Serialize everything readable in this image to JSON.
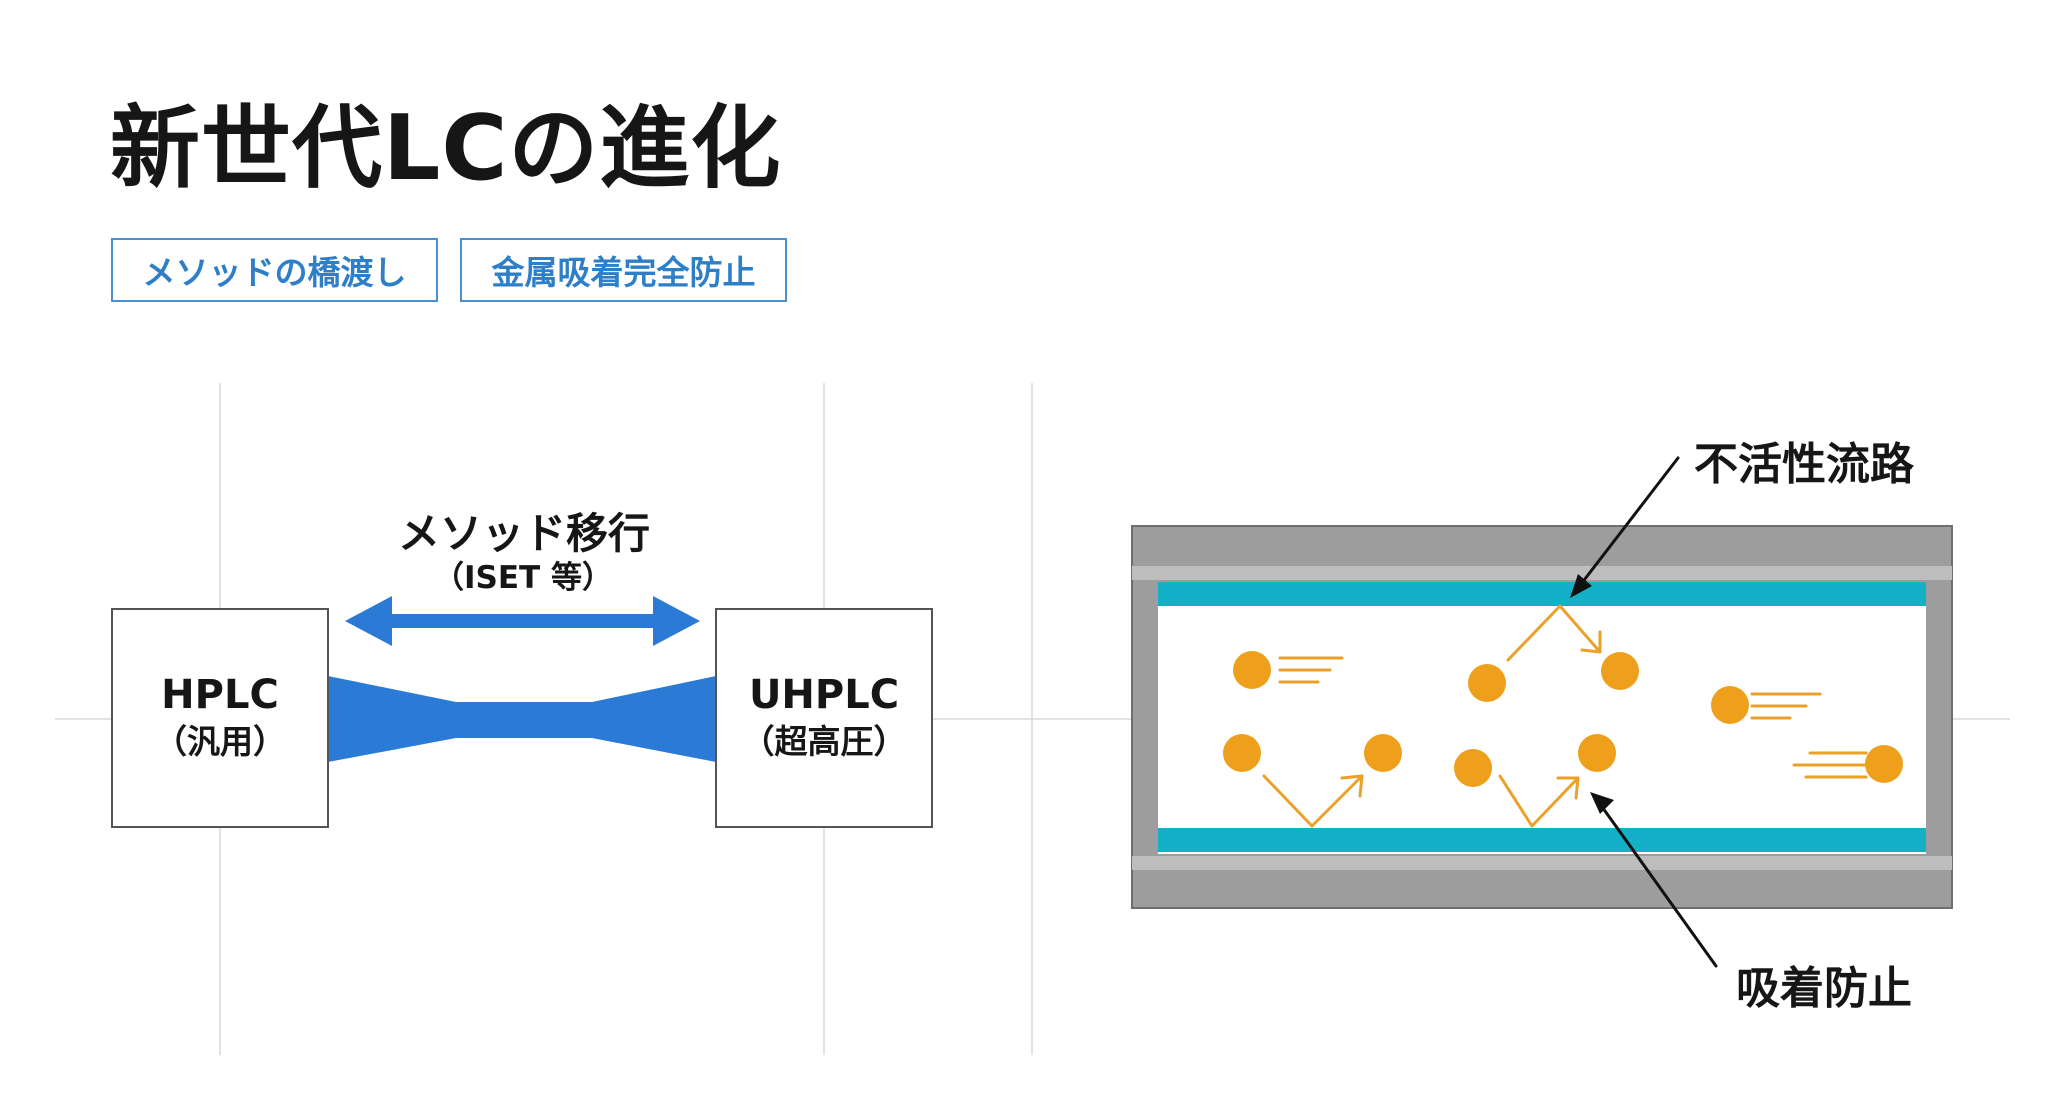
{
  "title": "新世代LCの進化",
  "tags": [
    "メソッドの橋渡し",
    "金属吸着完全防止"
  ],
  "left_panel": {
    "arrow_label": "メソッド移行",
    "arrow_sublabel": "（ISET 等）",
    "hplc": {
      "label": "HPLC",
      "sub": "（汎用）"
    },
    "uhplc": {
      "label": "UHPLC",
      "sub": "（超高圧）"
    }
  },
  "right_panel": {
    "callout_top": "不活性流路",
    "callout_bottom": "吸着防止"
  },
  "colors": {
    "accent_blue": "#2b7bd6",
    "tag_blue": "#2f7fc8",
    "channel_cyan": "#14b0c8",
    "particle_orange": "#eea01c",
    "wall_gray": "#9a9a9a"
  }
}
